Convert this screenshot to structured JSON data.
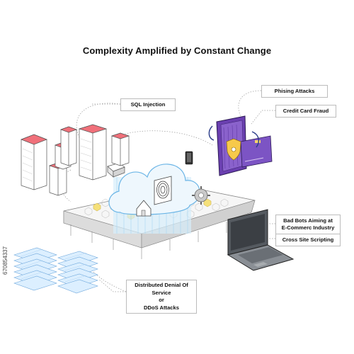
{
  "title": "Complexity Amplified by Constant Change",
  "labels": {
    "sql_injection": "SQL Injection",
    "phishing": "Phising Attacks",
    "credit_card": "Credit Card Fraud",
    "bad_bots_line1": "Bad Bots Aiming at",
    "bad_bots_line2": "E-Commerc Industry",
    "xss": "Cross Site Scripting",
    "ddos_line1": "Distributed Denial Of Service",
    "ddos_line2": "or",
    "ddos_line3": "DDoS Attacks"
  },
  "watermark": "670854337",
  "colors": {
    "building_top": "#f0707a",
    "card_purple": "#6a3fb0",
    "cloud_glow": "#bfe3f8",
    "hex_yellow": "#f5e07a",
    "laptop": "#555a60"
  },
  "icons": [
    "cloud-icon",
    "fingerprint-icon",
    "gear-icon",
    "home-icon",
    "shield-icon",
    "phone-icon",
    "laptop-icon",
    "server-stack-icon",
    "building-icon"
  ]
}
